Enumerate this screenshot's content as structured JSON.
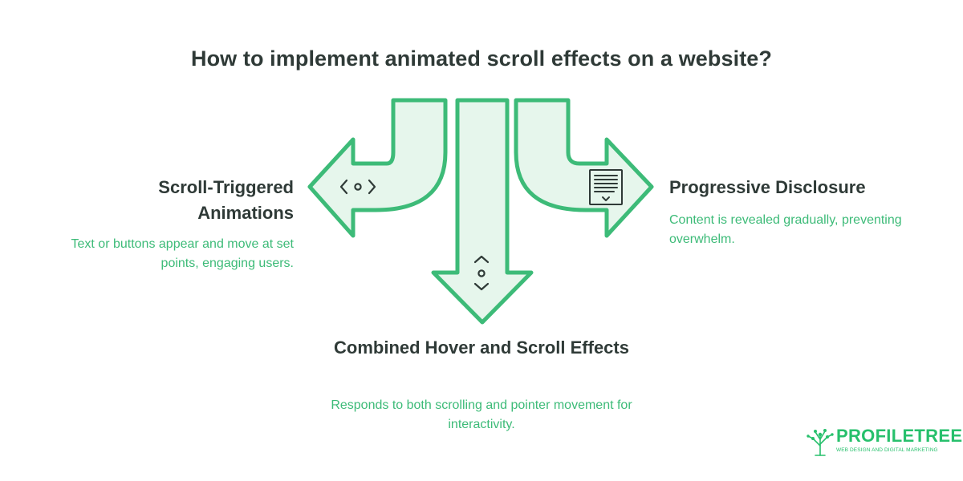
{
  "title": "How to implement animated scroll effects on a website?",
  "branches": [
    {
      "id": "left",
      "heading": "Scroll-Triggered Animations",
      "description": "Text or buttons appear and move at set points, engaging users.",
      "icon": "code-icon"
    },
    {
      "id": "center",
      "heading": "Combined Hover and Scroll Effects",
      "description": "Responds to both scrolling and pointer movement for interactivity.",
      "icon": "scroll-indicator-icon"
    },
    {
      "id": "right",
      "heading": "Progressive Disclosure",
      "description": "Content is revealed gradually, preventing overwhelm.",
      "icon": "document-icon"
    }
  ],
  "colors": {
    "arrow_stroke": "#3dbb78",
    "arrow_fill": "#e6f6ec",
    "description_text": "#3dbb78",
    "heading_text": "#2f3a37"
  },
  "logo": {
    "name": "PROFILETREE",
    "tagline": "WEB DESIGN AND DIGITAL MARKETING"
  }
}
